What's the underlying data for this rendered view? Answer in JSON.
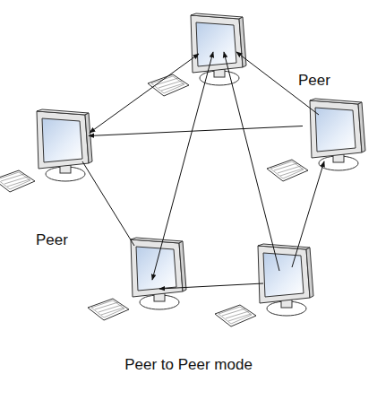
{
  "diagram": {
    "caption": "Peer to Peer mode",
    "nodes": [
      {
        "text": [
          "Peer"
        ]
      },
      {
        "text": [
          "Peer"
        ]
      }
    ],
    "edges": [
      {
        "from": 0,
        "to": 1,
        "arrow": "to"
      }
    ]
  }
}
